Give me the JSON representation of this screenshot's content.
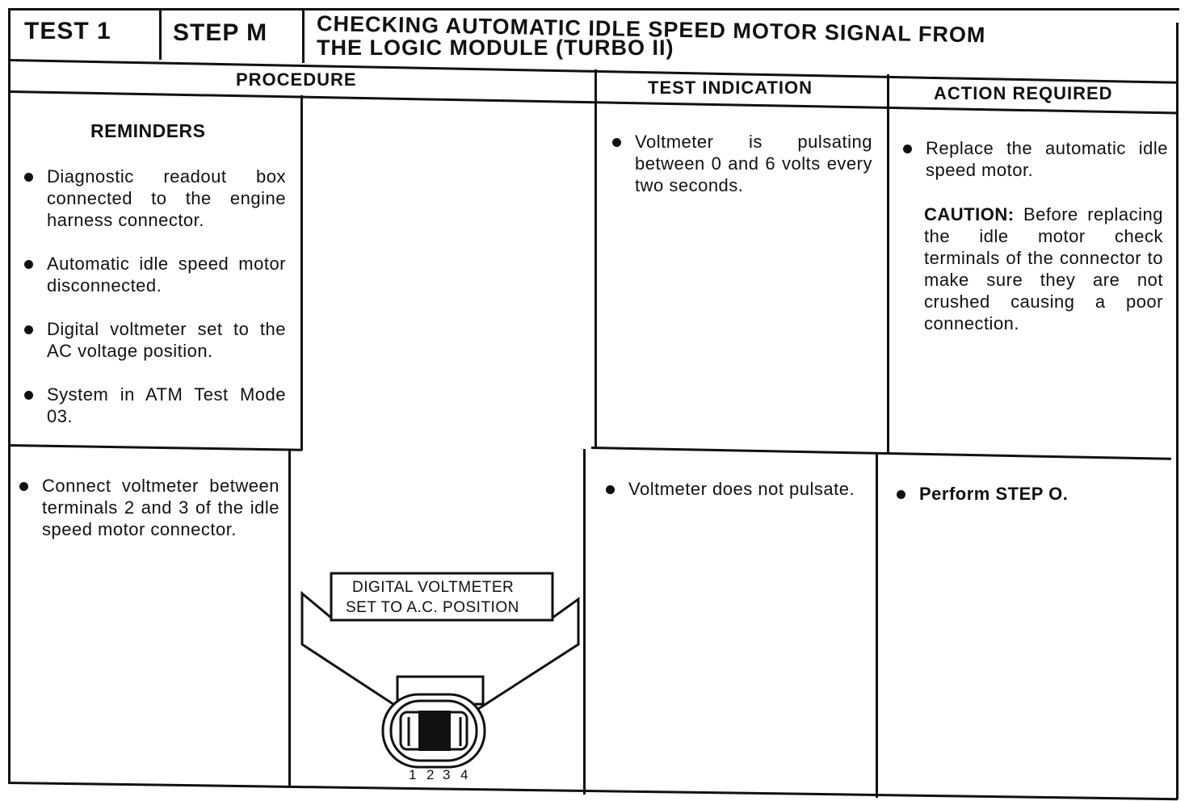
{
  "header": {
    "test_label": "TEST 1",
    "step_label": "STEP M",
    "title_line1": "CHECKING AUTOMATIC IDLE SPEED MOTOR SIGNAL FROM",
    "title_line2": "THE LOGIC MODULE (TURBO II)"
  },
  "columns": {
    "procedure": "PROCEDURE",
    "test_indication": "TEST INDICATION",
    "action_required": "ACTION REQUIRED"
  },
  "reminders": {
    "heading": "REMINDERS",
    "items": [
      "Diagnostic readout box connected to the engine harness connector.",
      "Automatic idle speed motor disconnected.",
      "Digital voltmeter set to the AC voltage position.",
      "System in ATM Test Mode 03."
    ]
  },
  "procedure_step": "Connect voltmeter between terminals 2 and 3 of the idle speed motor connector.",
  "diagram": {
    "label_line1": "DIGITAL VOLTMETER",
    "label_line2": "SET TO A.C. POSITION",
    "terminal_numbers": [
      "1",
      "2",
      "3",
      "4"
    ]
  },
  "row1": {
    "indication": "Voltmeter is pulsating between 0 and 6 volts every two seconds.",
    "action": "Replace the automatic idle speed motor.",
    "caution_label": "CAUTION:",
    "caution_text": "Before replacing the idle motor check terminals of the connector to make sure they are not crushed causing a poor connection."
  },
  "row2": {
    "indication": "Voltmeter does not pulsate.",
    "action": "Perform STEP O."
  }
}
